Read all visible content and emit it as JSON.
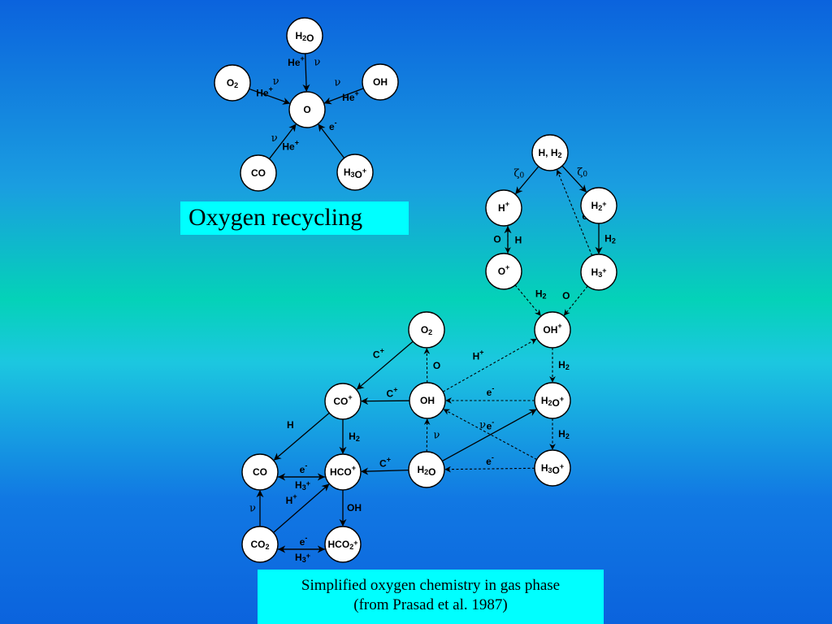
{
  "titles": {
    "recycling": "Oxygen recycling",
    "caption_line1": "Simplified oxygen chemistry in gas phase",
    "caption_line2": "(from Prasad et al. 1987)"
  },
  "colors": {
    "node_fill": "#ffffff",
    "box_fill": "#00ffff"
  },
  "nodes": [
    {
      "id": "r_h2o",
      "label": "H2O"
    },
    {
      "id": "r_o2",
      "label": "O2"
    },
    {
      "id": "r_oh",
      "label": "OH"
    },
    {
      "id": "r_o",
      "label": "O"
    },
    {
      "id": "r_co",
      "label": "CO"
    },
    {
      "id": "r_h3o",
      "label": "H3O+"
    },
    {
      "id": "hh2",
      "label": "H, H2"
    },
    {
      "id": "hp",
      "label": "H+"
    },
    {
      "id": "h2p",
      "label": "H2+"
    },
    {
      "id": "op",
      "label": "O+"
    },
    {
      "id": "h3p",
      "label": "H3+"
    },
    {
      "id": "ohp",
      "label": "OH+"
    },
    {
      "id": "o2",
      "label": "O2"
    },
    {
      "id": "cop",
      "label": "CO+"
    },
    {
      "id": "oh",
      "label": "OH"
    },
    {
      "id": "h2op",
      "label": "H2O+"
    },
    {
      "id": "co",
      "label": "CO"
    },
    {
      "id": "hcop",
      "label": "HCO+"
    },
    {
      "id": "h2o",
      "label": "H2O"
    },
    {
      "id": "h3op",
      "label": "H3O+"
    },
    {
      "id": "co2",
      "label": "CO2"
    },
    {
      "id": "hco2p",
      "label": "HCO2+"
    }
  ],
  "edges": [
    {
      "from": "r_h2o",
      "to": "r_o",
      "style": "solid",
      "labels": [
        "He+",
        "ν"
      ]
    },
    {
      "from": "r_o2",
      "to": "r_o",
      "style": "solid",
      "labels": [
        "ν",
        "He+"
      ]
    },
    {
      "from": "r_oh",
      "to": "r_o",
      "style": "solid",
      "labels": [
        "ν",
        "He+"
      ]
    },
    {
      "from": "r_co",
      "to": "r_o",
      "style": "solid",
      "labels": [
        "ν",
        "He+"
      ]
    },
    {
      "from": "r_h3o",
      "to": "r_o",
      "style": "solid",
      "labels": [
        "e-"
      ]
    },
    {
      "from": "hh2",
      "to": "hp",
      "style": "solid",
      "labels": [
        "ζ0"
      ]
    },
    {
      "from": "hh2",
      "to": "h2p",
      "style": "solid",
      "labels": [
        "ζ0"
      ]
    },
    {
      "from": "h3p",
      "to": "hh2",
      "style": "dashed",
      "labels": [
        "e-"
      ]
    },
    {
      "from": "h2p",
      "to": "h3p",
      "style": "solid",
      "labels": [
        "H2"
      ]
    },
    {
      "from": "hp",
      "to": "op",
      "style": "dashed",
      "labels": [
        "O"
      ]
    },
    {
      "from": "op",
      "to": "hp",
      "style": "solid",
      "labels": [
        "H"
      ]
    },
    {
      "from": "op",
      "to": "ohp",
      "style": "dashed",
      "labels": [
        "H2"
      ]
    },
    {
      "from": "h3p",
      "to": "ohp",
      "style": "dashed",
      "labels": [
        "O"
      ]
    },
    {
      "from": "ohp",
      "to": "h2op",
      "style": "dashed",
      "labels": [
        "H2"
      ]
    },
    {
      "from": "h2op",
      "to": "h3op",
      "style": "dashed",
      "labels": [
        "H2"
      ]
    },
    {
      "from": "oh",
      "to": "ohp",
      "style": "dashed",
      "labels": [
        "H+"
      ]
    },
    {
      "from": "h2op",
      "to": "oh",
      "style": "dashed",
      "labels": [
        "e-"
      ]
    },
    {
      "from": "h3op",
      "to": "oh",
      "style": "dashed",
      "labels": [
        "e-"
      ]
    },
    {
      "from": "h3op",
      "to": "h2o",
      "style": "dashed",
      "labels": [
        "e-"
      ]
    },
    {
      "from": "h2o",
      "to": "h2op",
      "style": "solid",
      "labels": [
        "ν"
      ]
    },
    {
      "from": "h2o",
      "to": "oh",
      "style": "dashed",
      "labels": [
        "ν"
      ]
    },
    {
      "from": "oh",
      "to": "o2",
      "style": "dashed",
      "labels": [
        "O"
      ]
    },
    {
      "from": "o2",
      "to": "cop",
      "style": "solid",
      "labels": [
        "C+"
      ]
    },
    {
      "from": "oh",
      "to": "cop",
      "style": "solid",
      "labels": [
        "C+"
      ]
    },
    {
      "from": "h2o",
      "to": "hcop",
      "style": "solid",
      "labels": [
        "C+"
      ]
    },
    {
      "from": "cop",
      "to": "hcop",
      "style": "solid",
      "labels": [
        "H2"
      ]
    },
    {
      "from": "cop",
      "to": "co",
      "style": "solid",
      "labels": [
        "H"
      ]
    },
    {
      "from": "hcop",
      "to": "co",
      "style": "solid",
      "labels": [
        "e-"
      ]
    },
    {
      "from": "co",
      "to": "hcop",
      "style": "solid",
      "labels": [
        "H3+"
      ]
    },
    {
      "from": "hcop",
      "to": "hco2p",
      "style": "solid",
      "labels": [
        "OH"
      ]
    },
    {
      "from": "co2",
      "to": "co",
      "style": "solid",
      "labels": [
        "ν"
      ]
    },
    {
      "from": "co2",
      "to": "hcop",
      "style": "solid",
      "labels": [
        "H+"
      ]
    },
    {
      "from": "hco2p",
      "to": "co2",
      "style": "solid",
      "labels": [
        "e-"
      ]
    },
    {
      "from": "co2",
      "to": "hco2p",
      "style": "solid",
      "labels": [
        "H3+"
      ]
    }
  ]
}
